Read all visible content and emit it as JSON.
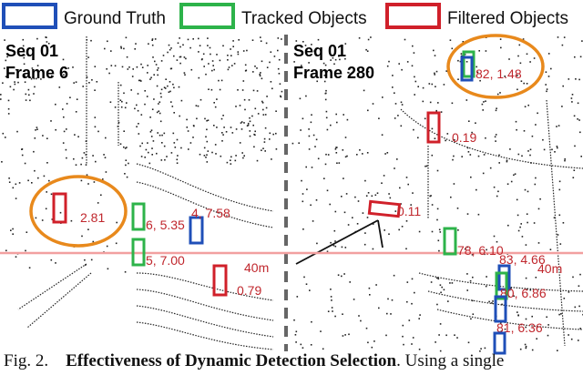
{
  "legend": {
    "items": [
      {
        "label": "Ground Truth",
        "color": "#1f4fb8"
      },
      {
        "label": "Tracked Objects",
        "color": "#2db34a"
      },
      {
        "label": "Filtered Objects",
        "color": "#d0202a"
      }
    ]
  },
  "colors": {
    "ground_truth": "#1f4fb8",
    "tracked": "#2db34a",
    "filtered": "#d0202a",
    "highlight": "#e8891c",
    "ego_line": "#f2a0a0",
    "label_text": "#c0272d"
  },
  "left_panel": {
    "seq": "Seq 01",
    "frame": "Frame 6",
    "labels": {
      "filtered_a": "2.81",
      "tracked_a": "6, 5.35",
      "gt_a": "4, 7.58",
      "tracked_b": "5, 7.00",
      "distance": "40m",
      "filtered_b": "0.79"
    }
  },
  "right_panel": {
    "seq": "Seq 01",
    "frame": "Frame 280",
    "labels": {
      "top": "82, 1.48",
      "filtered_a": "0.19",
      "filtered_b": "0.11",
      "tracked_a": "78, 6.10",
      "gt_a": "83, 4.66",
      "distance": "40m",
      "tracked_b": "80, 6.86",
      "gt_b": "81, 6.36"
    }
  },
  "caption": {
    "prefix": "Fig. 2.",
    "title": "Effectiveness of Dynamic Detection Selection",
    "text": ". Using a single"
  }
}
